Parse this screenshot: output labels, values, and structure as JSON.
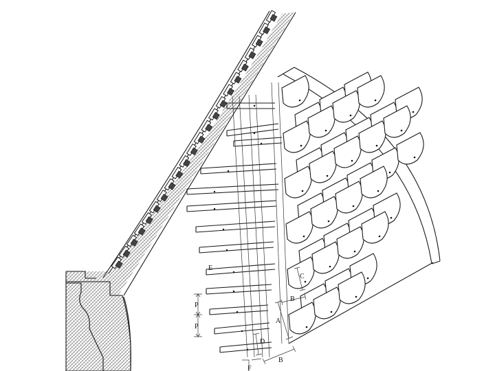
{
  "labels": {
    "a": "A",
    "b_top": "B",
    "b_bottom": "B",
    "c": "C",
    "d": "D",
    "e": "E",
    "f": "F",
    "p_top": "P",
    "p_bottom": "P"
  }
}
